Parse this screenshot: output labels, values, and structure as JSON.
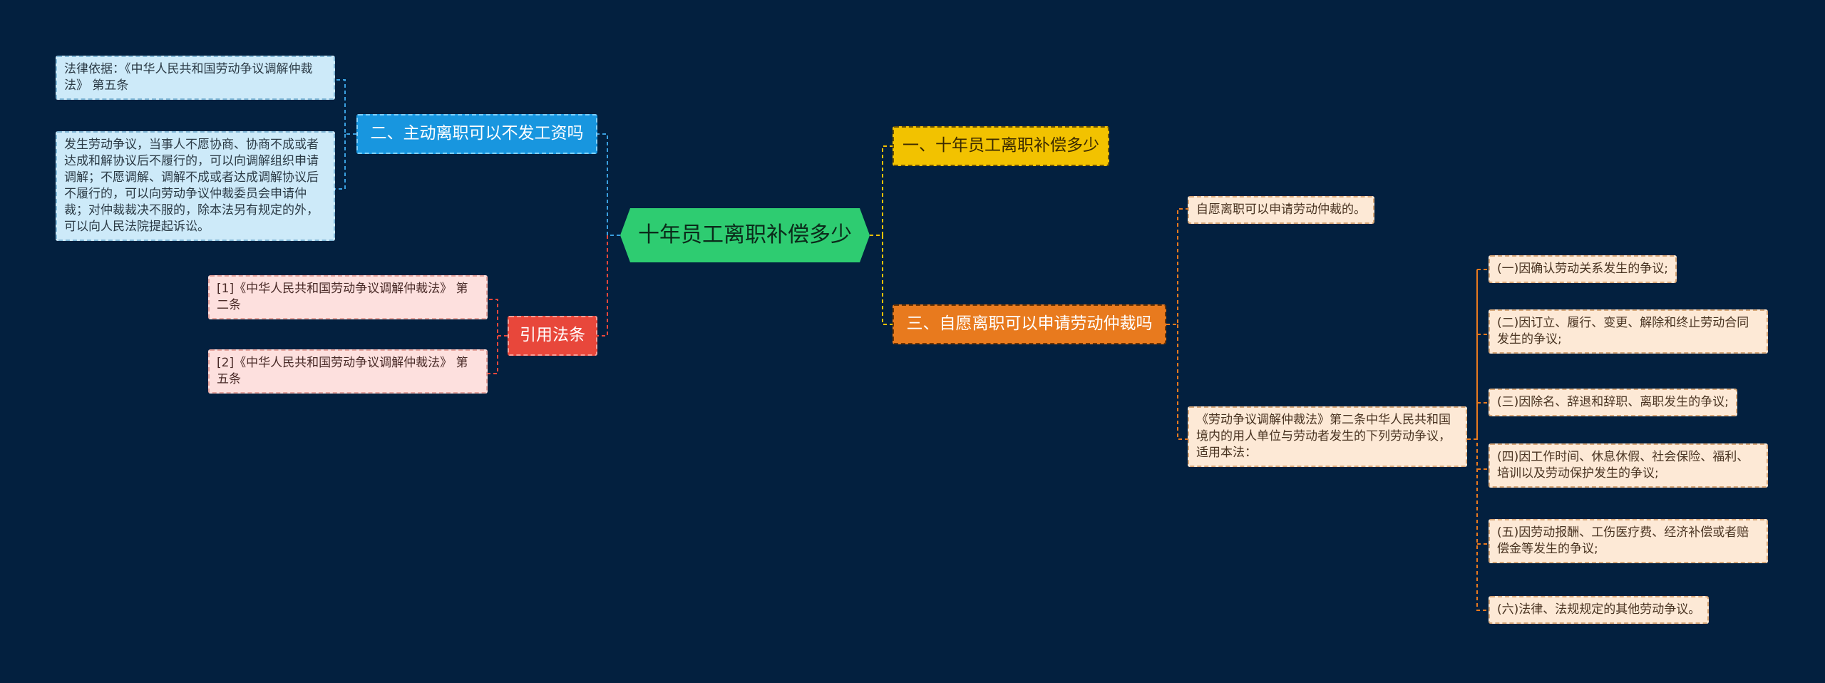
{
  "root": {
    "label": "十年员工离职补偿多少"
  },
  "branches": {
    "b1": {
      "label": "一、十年员工离职补偿多少",
      "color": "#f2c200"
    },
    "b2": {
      "label": "二、主动离职可以不发工资吗",
      "color": "#1896df",
      "children": [
        "法律依据：《中华人民共和国劳动争议调解仲裁法》 第五条",
        "发生劳动争议，当事人不愿协商、协商不成或者达成和解协议后不履行的，可以向调解组织申请调解；不愿调解、调解不成或者达成调解协议后不履行的，可以向劳动争议仲裁委员会申请仲裁；对仲裁裁决不服的，除本法另有规定的外，可以向人民法院提起诉讼。"
      ]
    },
    "b3": {
      "label": "三、自愿离职可以申请劳动仲裁吗",
      "color": "#e87a1e",
      "children": [
        "自愿离职可以申请劳动仲裁的。",
        "《劳动争议调解仲裁法》第二条中华人民共和国境内的用人单位与劳动者发生的下列劳动争议，适用本法："
      ],
      "grandchildren": [
        "(一)因确认劳动关系发生的争议;",
        "(二)因订立、履行、变更、解除和终止劳动合同发生的争议;",
        "(三)因除名、辞退和辞职、离职发生的争议;",
        "(四)因工作时间、休息休假、社会保险、福利、培训以及劳动保护发生的争议;",
        "(五)因劳动报酬、工伤医疗费、经济补偿或者赔偿金等发生的争议;",
        "(六)法律、法规规定的其他劳动争议。"
      ]
    },
    "b4": {
      "label": "引用法条",
      "color": "#e8473b",
      "children": [
        "[1]《中华人民共和国劳动争议调解仲裁法》 第二条",
        "[2]《中华人民共和国劳动争议调解仲裁法》 第五条"
      ]
    }
  }
}
